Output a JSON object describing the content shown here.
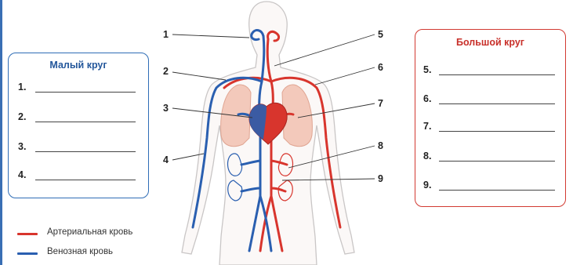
{
  "small_circle": {
    "title": "Малый круг",
    "rows": [
      "1.",
      "2.",
      "3.",
      "4."
    ]
  },
  "big_circle": {
    "title": "Большой круг",
    "rows": [
      "5.",
      "6.",
      "7.",
      "8.",
      "9."
    ]
  },
  "callouts": [
    "1",
    "2",
    "3",
    "4",
    "5",
    "6",
    "7",
    "8",
    "9"
  ],
  "legend": [
    {
      "label": "Артериальная кровь",
      "color": "#d8352d"
    },
    {
      "label": "Венозная кровь",
      "color": "#2a5fb0"
    }
  ],
  "colors": {
    "artery": "#d8352d",
    "vein": "#2a5fb0",
    "organ": "#f3c9bb",
    "body_outline": "#c9c6c6",
    "small_circle_border": "#2f6db6",
    "big_circle_border": "#d23a32"
  }
}
